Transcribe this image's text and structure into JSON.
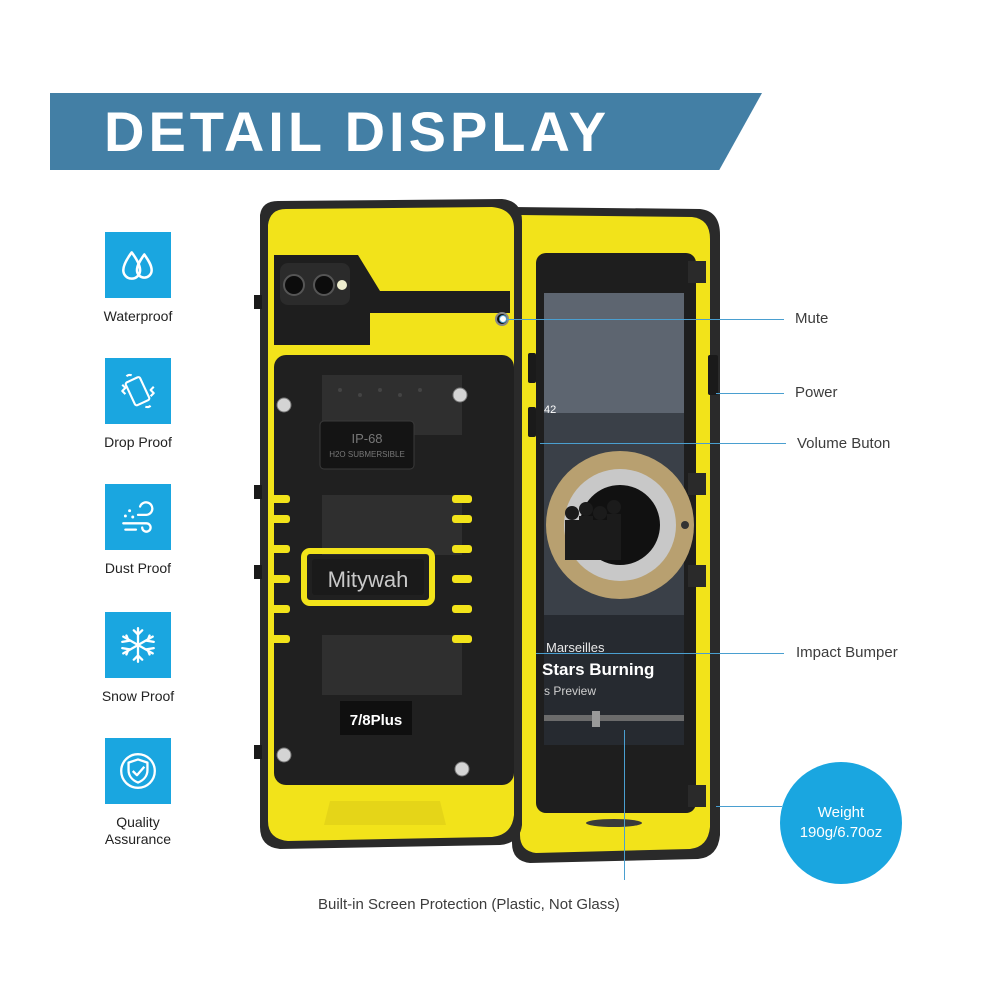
{
  "banner": {
    "title": "DETAIL DISPLAY"
  },
  "features": [
    {
      "label": "Waterproof",
      "icon": "water-drops-icon"
    },
    {
      "label": "Drop Proof",
      "icon": "phone-shake-icon"
    },
    {
      "label": "Dust Proof",
      "icon": "dust-swirl-icon"
    },
    {
      "label": "Snow Proof",
      "icon": "snowflake-icon"
    },
    {
      "label": "Quality\nAssurance",
      "icon": "shield-check-icon"
    }
  ],
  "product": {
    "brand": "Mitywah",
    "model": "7/8Plus",
    "rating": "IP-68",
    "rating_sub": "H2O SUBMERSIBLE",
    "screen_text": {
      "time": "42",
      "album": "Marseilles",
      "track": "Stars Burning",
      "preview": "s Preview"
    }
  },
  "callouts": {
    "mute": "Mute",
    "power": "Power",
    "volume": "Volume Buton",
    "bumper": "Impact Bumper",
    "screen": "Built-in Screen Protection (Plastic, Not Glass)"
  },
  "weight": {
    "title": "Weight",
    "value": "190g/6.70oz"
  },
  "colors": {
    "banner": "#437fa5",
    "accent": "#1aa6e0",
    "case_yellow": "#f2e31a",
    "case_black": "#2a2a2a",
    "leader": "#4a9fd0"
  }
}
